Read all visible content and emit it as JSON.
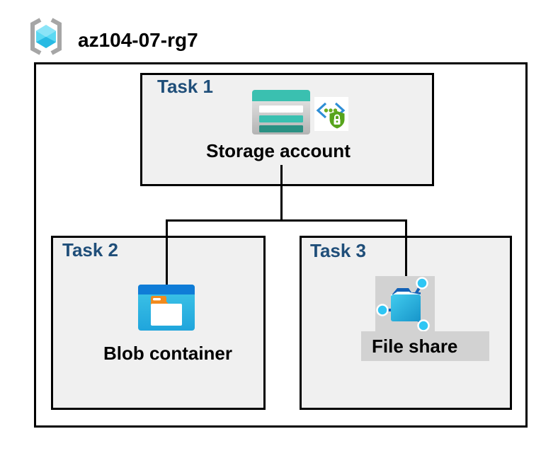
{
  "header": {
    "resource_group_name": "az104-07-rg7",
    "resource_group_icon": "resource-group-icon"
  },
  "diagram": {
    "tasks": [
      {
        "label": "Task 1",
        "item": "Storage account",
        "icons": [
          "storage-account-icon",
          "secure-access-icon"
        ]
      },
      {
        "label": "Task 2",
        "item": "Blob container",
        "icons": [
          "blob-container-icon"
        ]
      },
      {
        "label": "Task 3",
        "item": "File share",
        "icons": [
          "file-share-icon"
        ]
      }
    ],
    "connections": [
      {
        "from": "Storage account",
        "to": "Blob container"
      },
      {
        "from": "Storage account",
        "to": "File share"
      }
    ]
  },
  "colors": {
    "task_label_navy": "#1f4e79",
    "task_box_fill": "#f0f0f0",
    "border_black": "#000000",
    "storage_teal": "#3ac0b0",
    "storage_teal_dark": "#2a9183",
    "blob_band_blue": "#0f7cd7",
    "blob_body_cyan": "#3fc6e8",
    "secure_green": "#57a41c",
    "secure_bracket_blue": "#2e8ed6",
    "fileshare_navy": "#1261b6",
    "fileshare_node_cyan": "#2ec6f4",
    "highlight_gray": "#d2d2d2",
    "rg_bracket_gray": "#a6a6a6",
    "rg_cube_cyan": "#5bd9f3"
  }
}
